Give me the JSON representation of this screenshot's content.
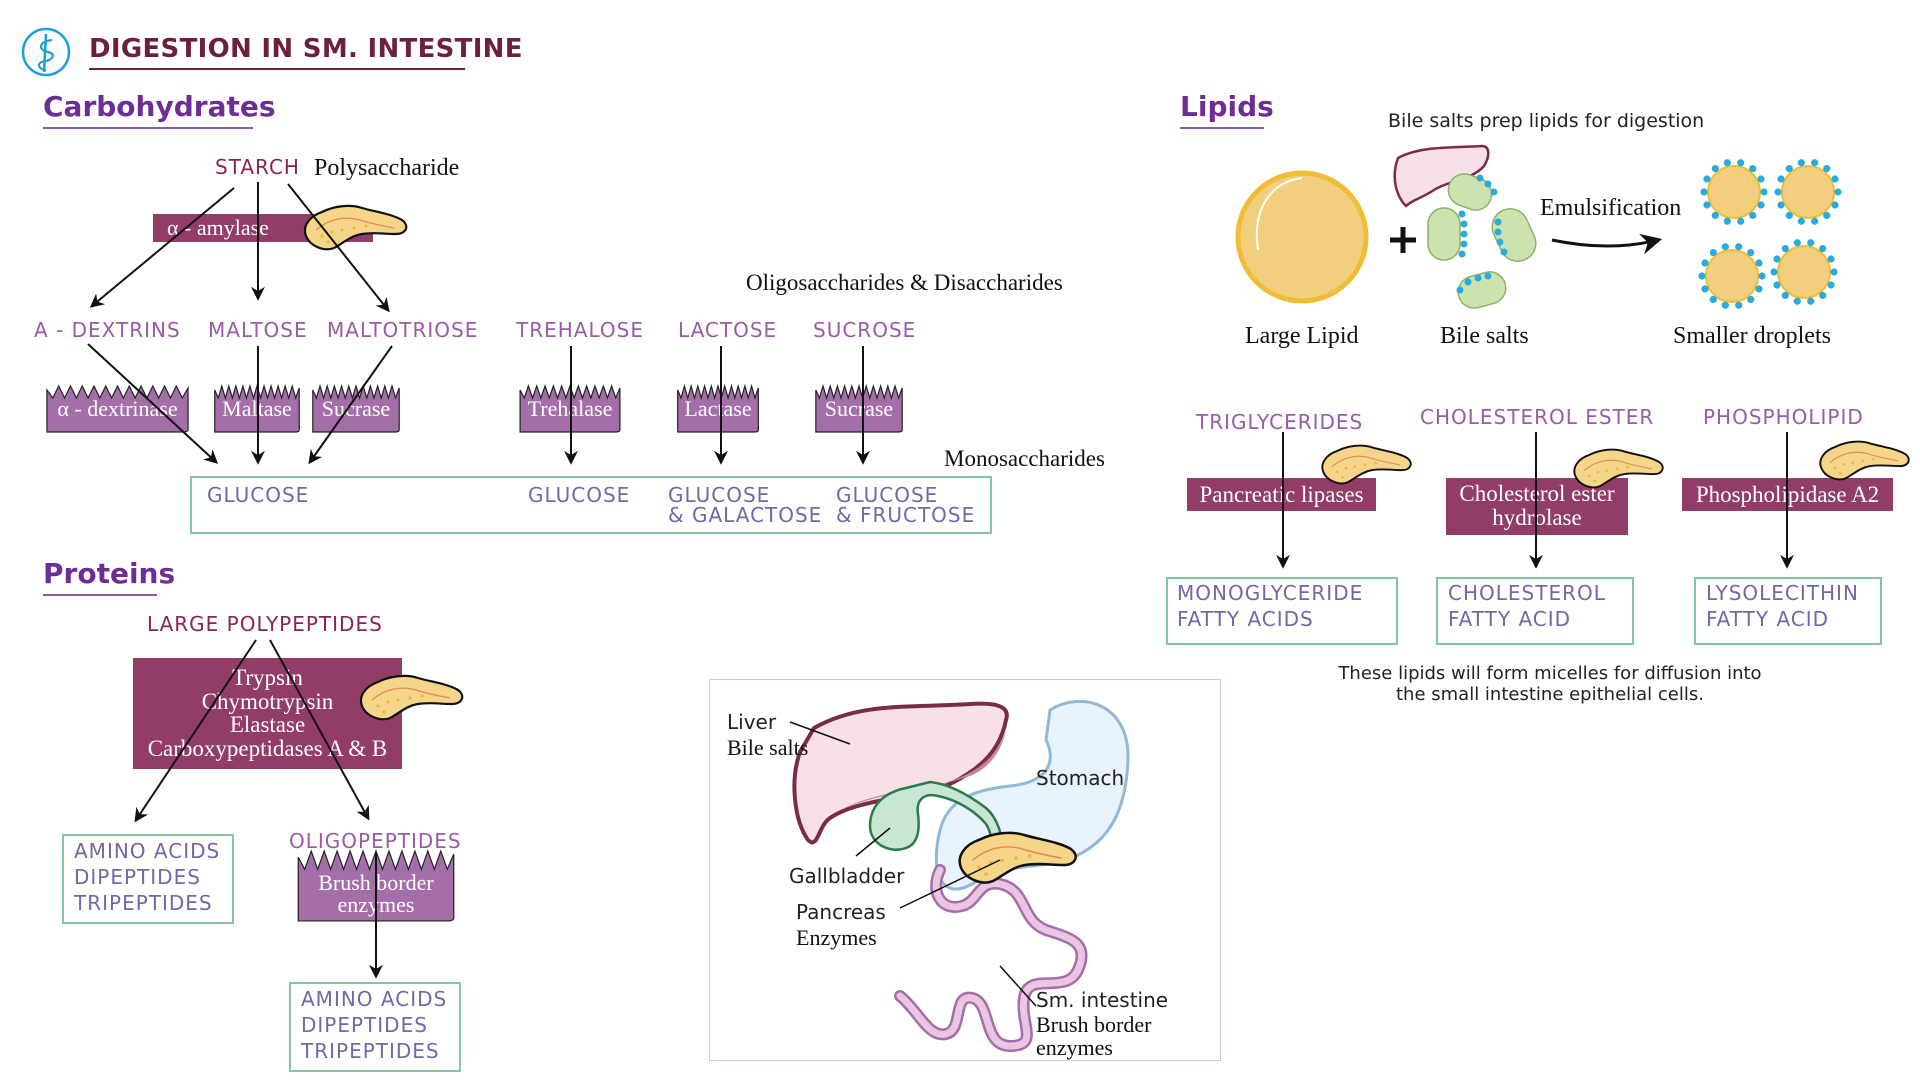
{
  "header": {
    "logo_icon": "caduceus-icon",
    "title": "DIGESTION IN SM. INTESTINE"
  },
  "colors": {
    "title": "#6d1f3f",
    "section": "#6e2c95",
    "enzyme_bar": "#923d68",
    "brush_border": "#a46fa8",
    "product_text": "#6d6aa6",
    "product_border": "#86c4a2",
    "bile_salt_dots": "#29abe2",
    "lipid": "#f2cf7e"
  },
  "carbohydrates": {
    "heading": "Carbohydrates",
    "starch": "Starch",
    "starch_note": "Polysaccharide",
    "amylase": "α - amylase",
    "oligo_note": "Oligosaccharides & Disaccharides",
    "mono_note": "Monosaccharides",
    "substrates": [
      "α - dextrins",
      "Maltose",
      "maltotriose",
      "Trehalose",
      "Lactose",
      "Sucrose"
    ],
    "brush_enzymes": [
      "α - dextrinase",
      "Maltase",
      "Sucrase",
      "Trehalase",
      "Lactase",
      "Sucrase"
    ],
    "products": {
      "glucose_1": "Glucose",
      "glucose_2": "Glucose",
      "glucose_galactose_1": "Glucose",
      "glucose_galactose_2": "& galactose",
      "glucose_fructose_1": "Glucose",
      "glucose_fructose_2": "& fructose"
    }
  },
  "proteins": {
    "heading": "Proteins",
    "substrate": "Large Polypeptides",
    "enzymes": [
      "Trypsin",
      "Chymotrypsin",
      "Elastase",
      "Carboxypeptidases A & B"
    ],
    "products_left": [
      "Amino acids",
      "Dipeptides",
      "Tripeptides"
    ],
    "oligopeptides": "Oligopeptides",
    "brush_label_1": "Brush border",
    "brush_label_2": "enzymes",
    "products_right": [
      "Amino acids",
      "Dipeptides",
      "Tripeptides"
    ]
  },
  "lipids": {
    "heading": "Lipids",
    "bile_note": "Bile salts prep lipids for digestion",
    "plus": "+",
    "large_lipid": "Large Lipid",
    "bile_salts": "Bile salts",
    "emulsification": "Emulsification",
    "smaller_droplets": "Smaller droplets",
    "columns": [
      {
        "substrate": "Triglycerides",
        "enzyme_1": "Pancreatic lipases",
        "enzyme_2": "",
        "products": [
          "Monoglyceride",
          "Fatty acids"
        ]
      },
      {
        "substrate": "Cholesterol ester",
        "enzyme_1": "Cholesterol ester",
        "enzyme_2": "hydrolase",
        "products": [
          "Cholesterol",
          "fatty acid"
        ]
      },
      {
        "substrate": "Phospholipid",
        "enzyme_1": "Phospholipidase A2",
        "enzyme_2": "",
        "products": [
          "Lysolecithin",
          "fatty acid"
        ]
      }
    ],
    "micelle_note_1": "These lipids will form micelles for diffusion into",
    "micelle_note_2": "the small intestine epithelial cells."
  },
  "anatomy": {
    "liver_1": "Liver",
    "liver_2": "Bile salts",
    "stomach": "Stomach",
    "gallbladder": "Gallbladder",
    "pancreas_1": "Pancreas",
    "pancreas_2": "Enzymes",
    "intestine_1": "Sm. intestine",
    "intestine_2": "Brush border",
    "intestine_3": "enzymes"
  }
}
